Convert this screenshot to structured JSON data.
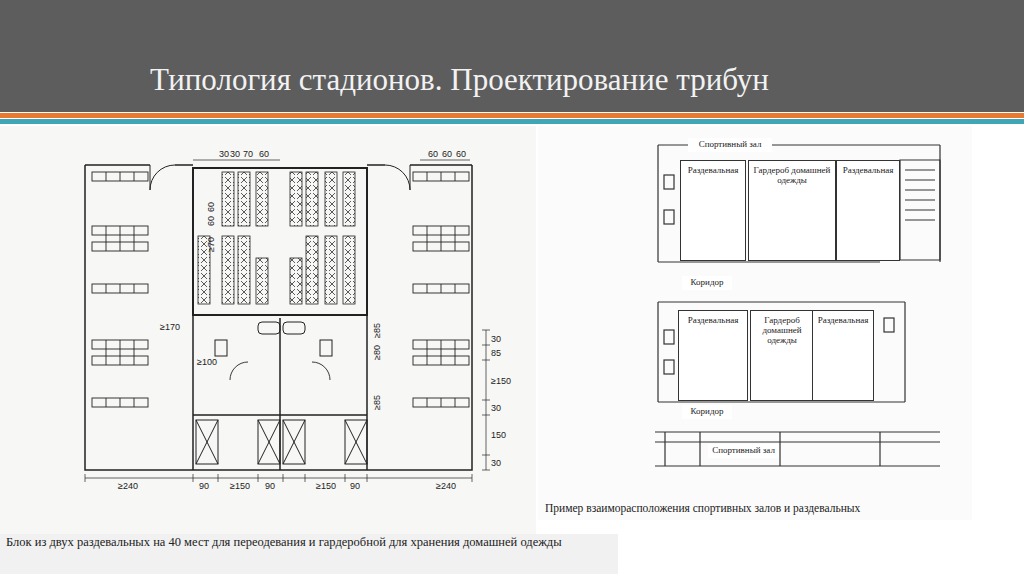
{
  "diagram": {
    "title": "Типология стадионов. Проектирование трибун",
    "caption": "Блок из двух раздевальных на 40 мест для переодевания и гардеробной для хранения домашней одежды",
    "nodes": [
      {
        "text": [
          "Спортивный зал"
        ]
      },
      {
        "text": [
          "Раздевальная"
        ]
      },
      {
        "text": [
          "Гардероб домашней одежды"
        ]
      },
      {
        "text": [
          "Раздевальная"
        ]
      },
      {
        "text": [
          "Коридор"
        ]
      },
      {
        "text": [
          "Раздевальная"
        ]
      },
      {
        "text": [
          "Гардероб домашней одежды"
        ]
      },
      {
        "text": [
          "Раздевальная"
        ]
      },
      {
        "text": [
          "Коридор"
        ]
      },
      {
        "text": [
          "Спортивный зал"
        ]
      }
    ],
    "labels": [
      "30",
      "30",
      "70",
      "60",
      "60",
      "60",
      "60",
      "≥70",
      "60",
      "60",
      "≥170",
      "≥100",
      "≥85",
      "≥80",
      "≥85",
      "30",
      "85",
      "≥150",
      "30",
      "150",
      "30",
      "≥240",
      "90",
      "≥150",
      "90",
      "≥150",
      "90",
      "≥240",
      "Пример взаиморасположения спортивных залов и раздевальных"
    ]
  }
}
